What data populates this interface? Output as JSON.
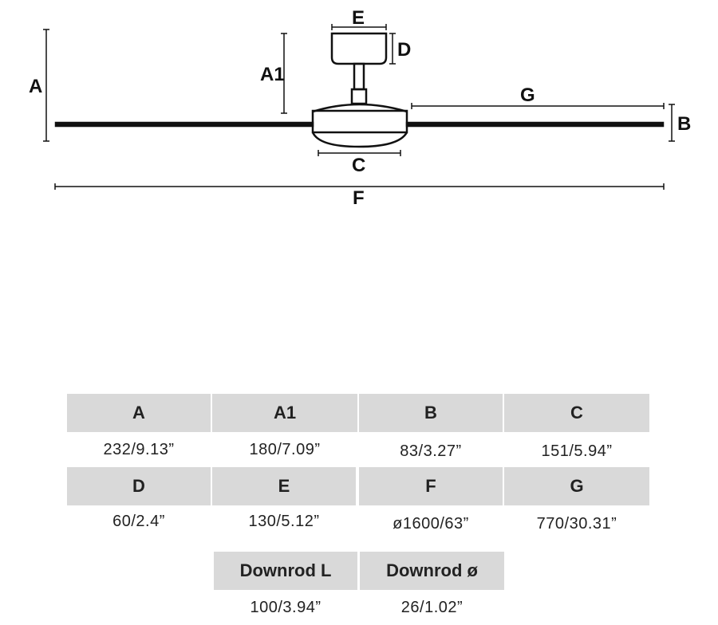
{
  "diagram": {
    "labels": {
      "A": "A",
      "A1": "A1",
      "B": "B",
      "C": "C",
      "D": "D",
      "E": "E",
      "F": "F",
      "G": "G"
    }
  },
  "specs": [
    {
      "key": "A",
      "value": "232/9.13”"
    },
    {
      "key": "A1",
      "value": "180/7.09”"
    },
    {
      "key": "B",
      "value": "83/3.27”"
    },
    {
      "key": "C",
      "value": "151/5.94”"
    },
    {
      "key": "D",
      "value": "60/2.4”"
    },
    {
      "key": "E",
      "value": "130/5.12”"
    },
    {
      "key": "F",
      "value": "ø1600/63”"
    },
    {
      "key": "G",
      "value": "770/30.31”"
    },
    {
      "key": "Downrod L",
      "value": "100/3.94”"
    },
    {
      "key": "Downrod ø",
      "value": "26/1.02”"
    }
  ]
}
